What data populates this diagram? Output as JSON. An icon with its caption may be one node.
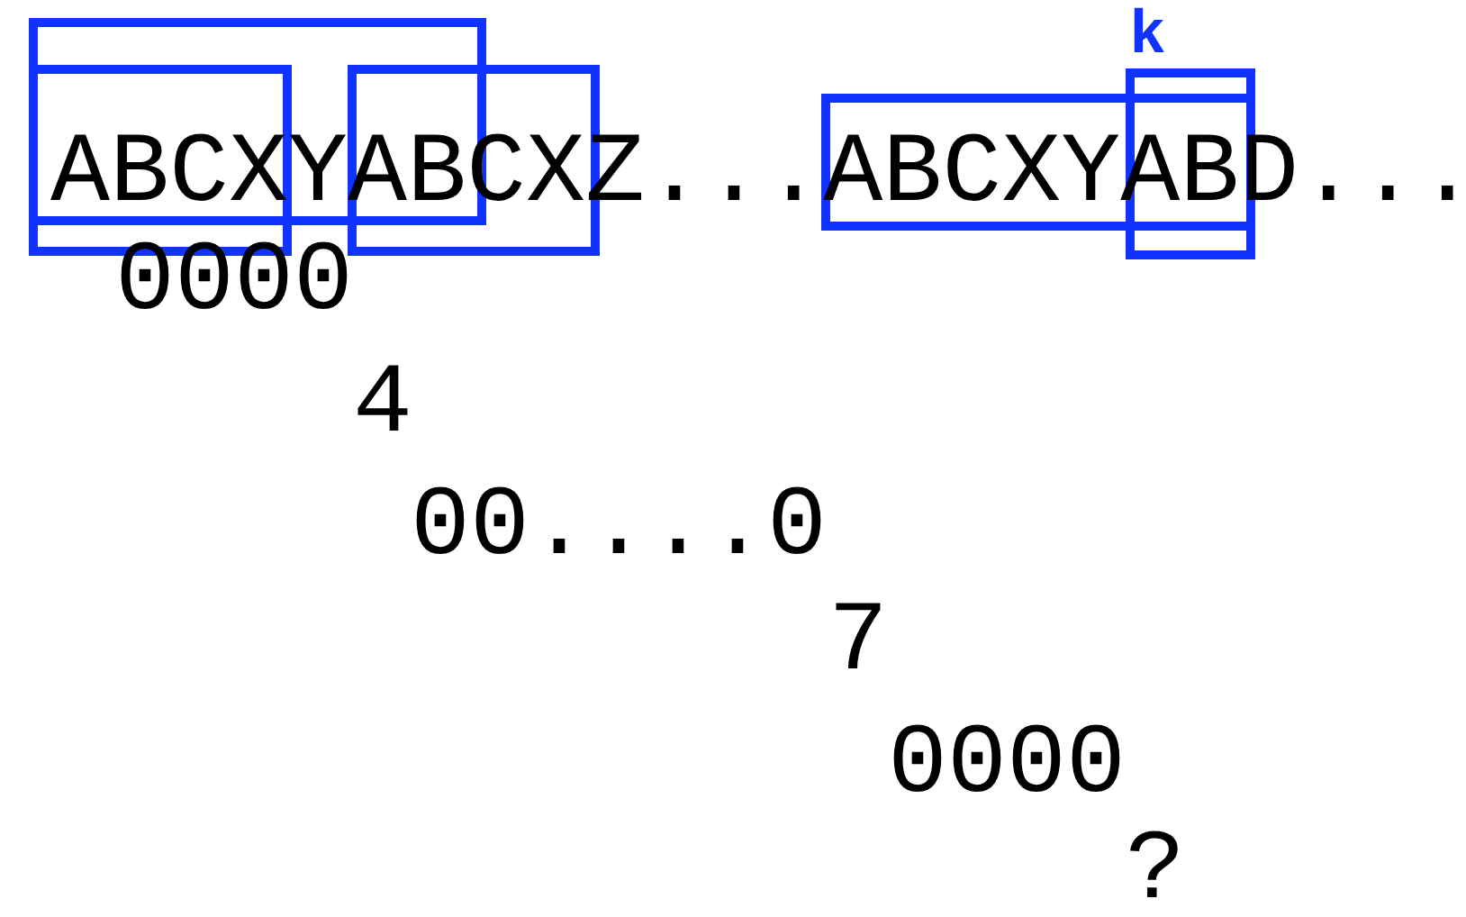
{
  "diagram": {
    "nodes": [
      {
        "text": [],
        "shape": "box"
      },
      {
        "text": [],
        "shape": "box"
      },
      {
        "text": [],
        "shape": "box"
      },
      {
        "text": [],
        "shape": "box"
      },
      {
        "text": [],
        "shape": "box",
        "beside": [
          "k"
        ]
      }
    ],
    "labels": [
      "ABCXYABCXZ...ABCXYABD...",
      "0000",
      "4",
      "00....0",
      "7",
      "0000",
      "?"
    ]
  }
}
